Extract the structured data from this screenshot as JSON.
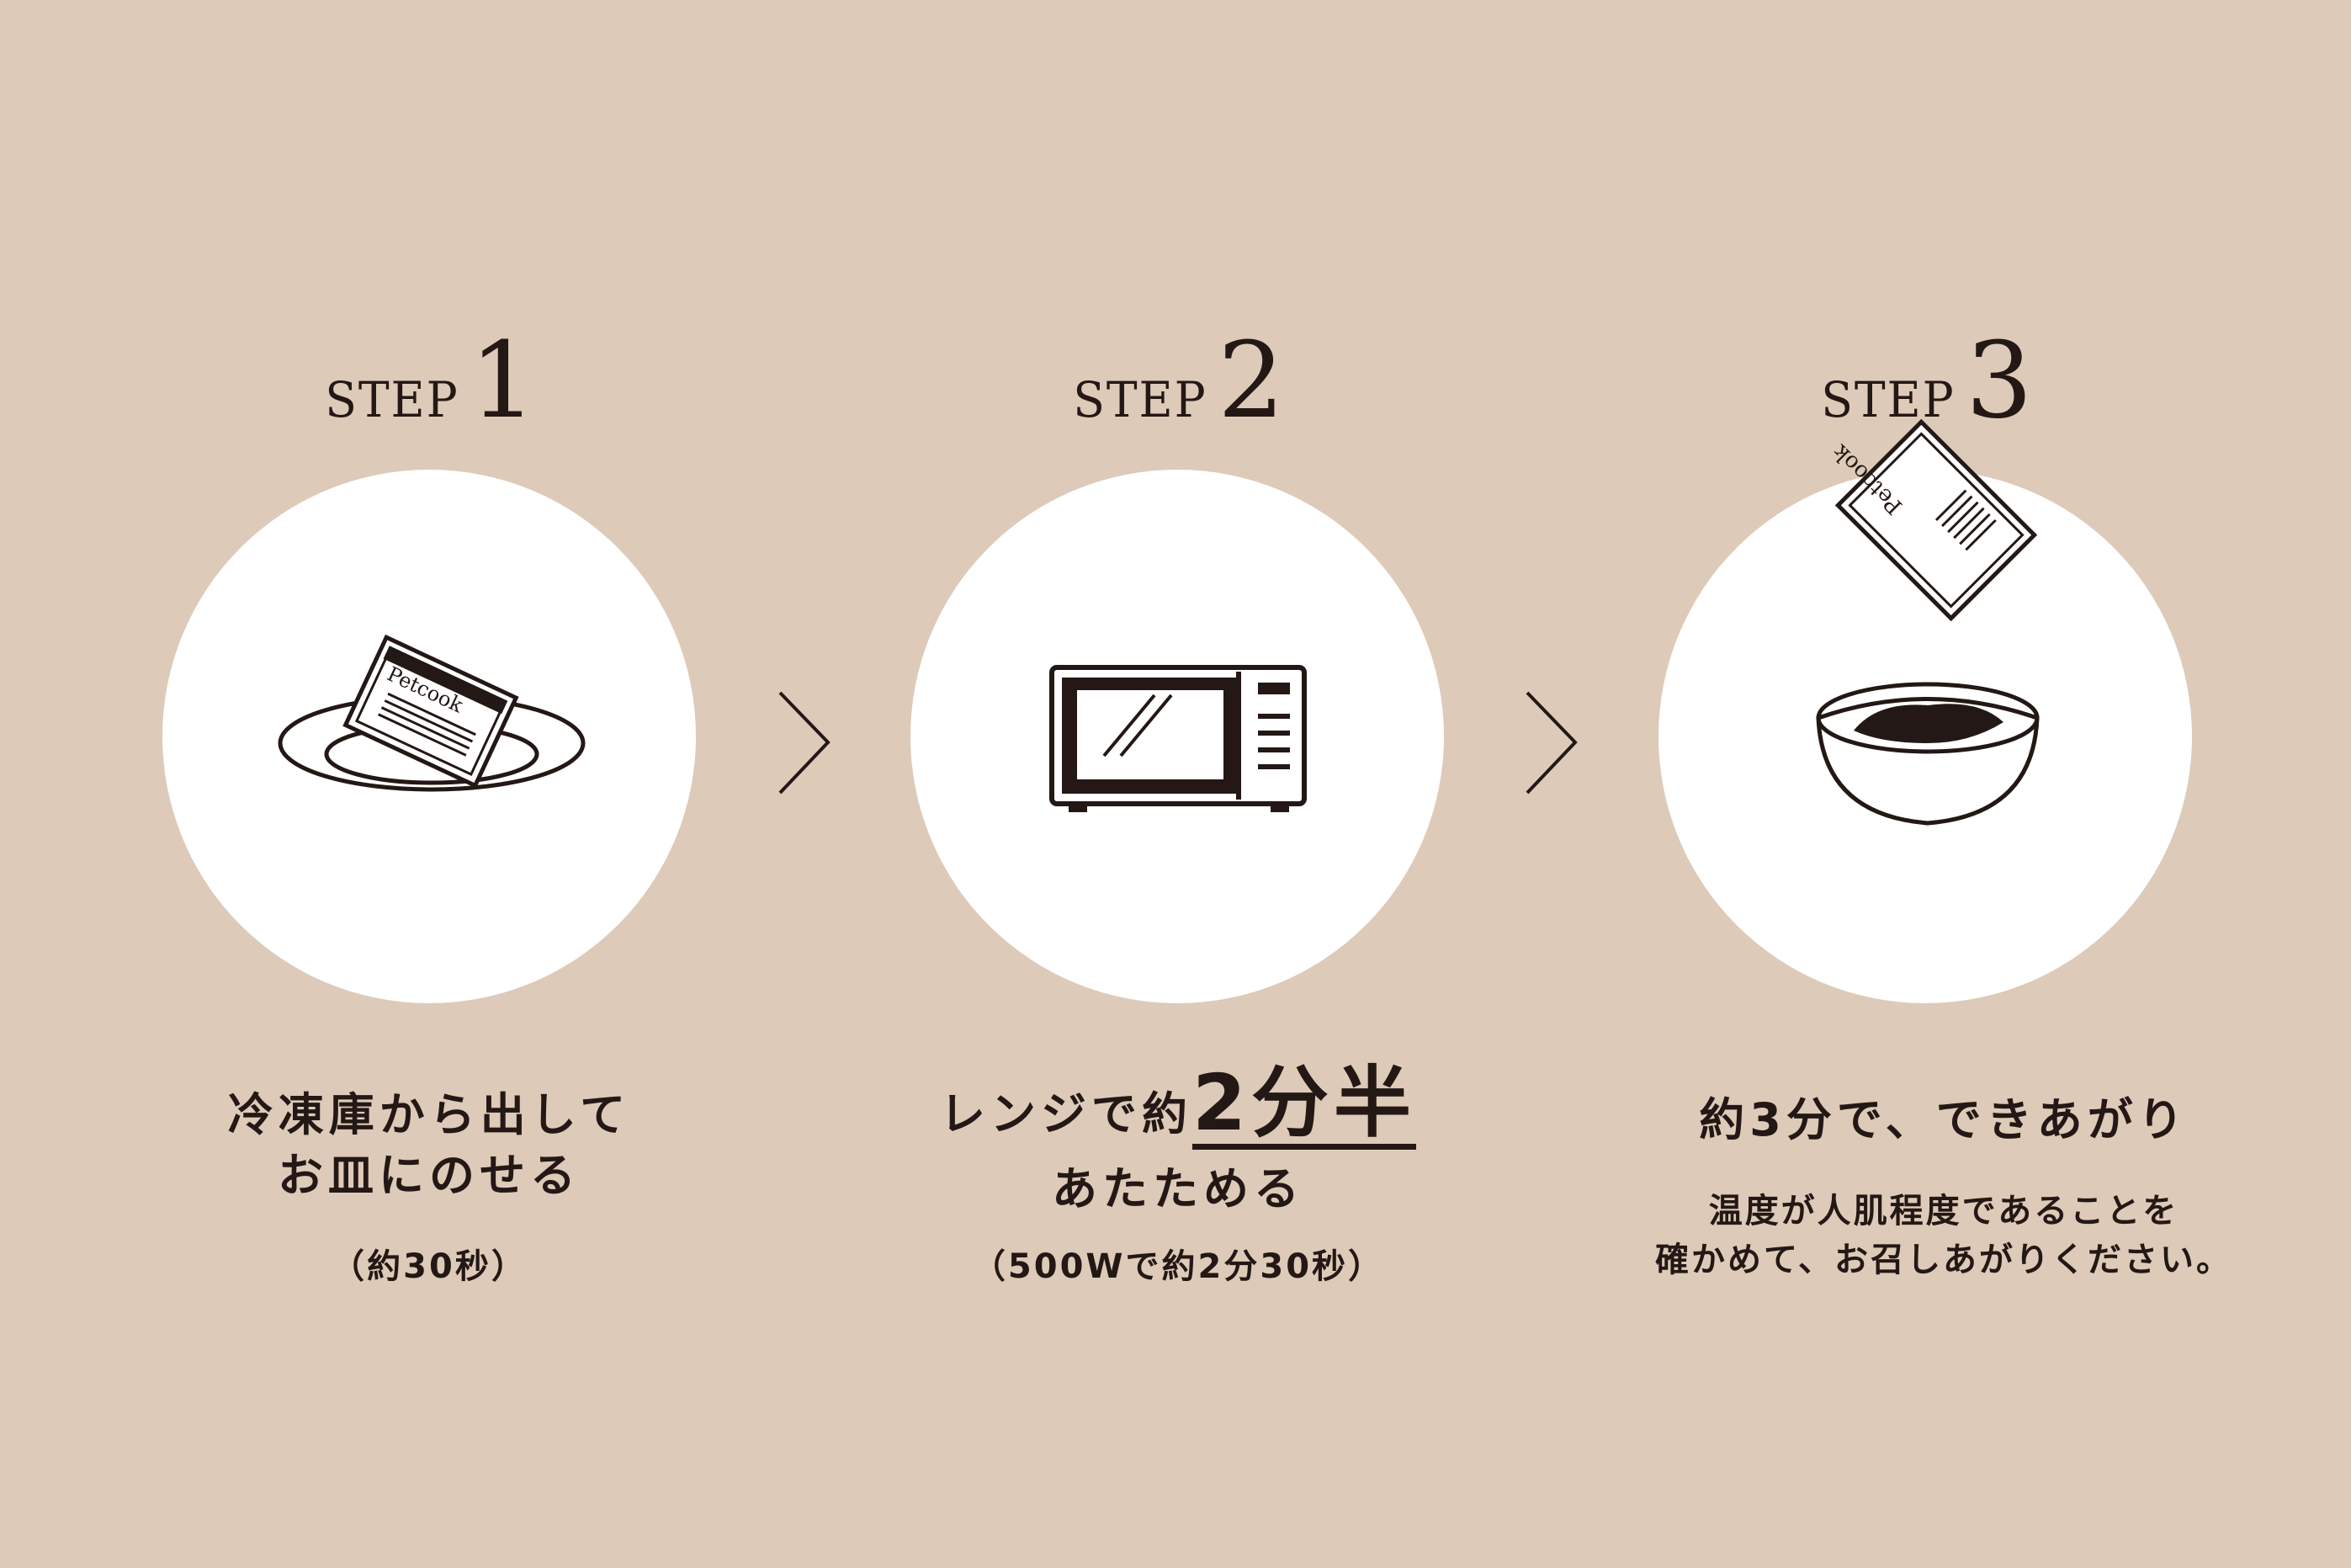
{
  "steps": [
    {
      "label": "STEP",
      "number": "1",
      "lines": [
        "冷凍庫から出して",
        "お皿にのせる"
      ],
      "note": "（約30秒）",
      "icon": "plate-with-pack-icon"
    },
    {
      "label": "STEP",
      "number": "2",
      "line1_prefix": "レンジで約",
      "line1_highlight": "2分半",
      "line2": "あたためる",
      "note": "（500Wで約2分30秒）",
      "icon": "microwave-icon"
    },
    {
      "label": "STEP",
      "number": "3",
      "title": "約3分で、できあがり",
      "notes": [
        "温度が人肌程度であることを",
        "確かめて、お召しあがりください。"
      ],
      "icon": "bowl-icon"
    }
  ],
  "brand": "Petcook",
  "colors": {
    "background": "#ddcab8",
    "ink": "#231815",
    "circle": "#ffffff"
  }
}
